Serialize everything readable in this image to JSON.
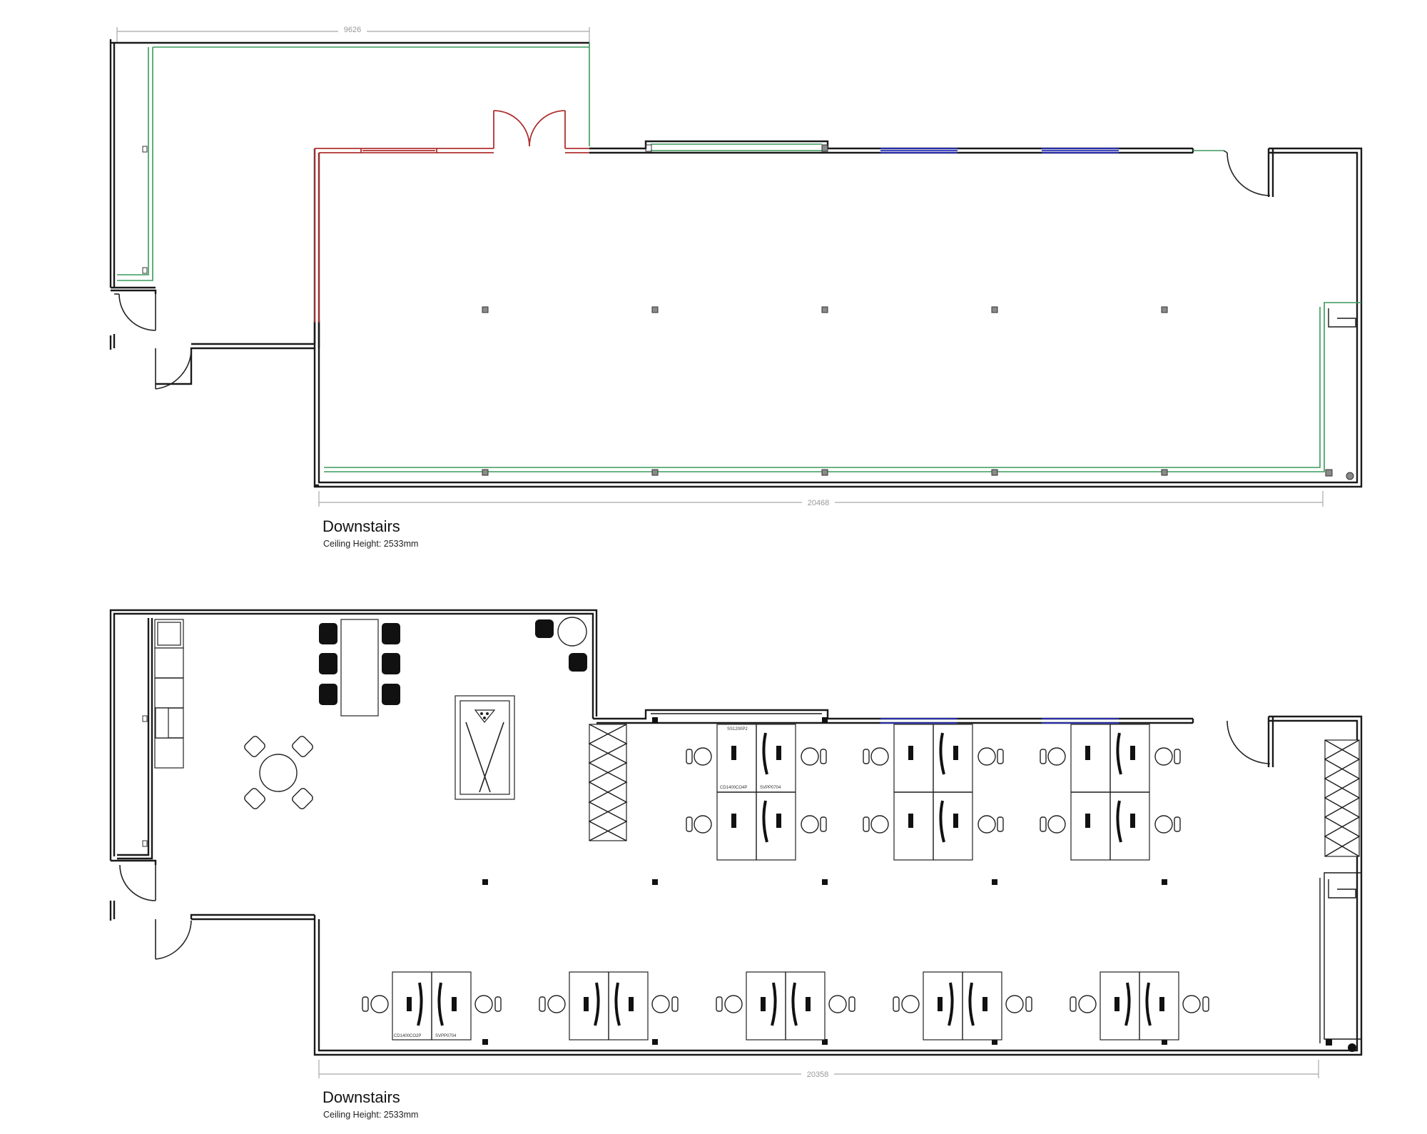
{
  "plan_top": {
    "dimension_top": "9626",
    "dimension_bottom": "20468",
    "title": "Downstairs",
    "ceiling": "Ceiling Height: 2533mm"
  },
  "plan_bottom": {
    "dimension_bottom": "20358",
    "title": "Downstairs",
    "ceiling": "Ceiling Height: 2533mm",
    "desk_codes": {
      "cluster_label_1": "CD1400CO4P",
      "cluster_label_2": "SVPP0704",
      "pair_label_1": "CD1400CO2P",
      "pair_label_2": "SVPP0704",
      "screen_label": "SS1200P2"
    }
  },
  "colors": {
    "wall": "#1a1a1a",
    "existing_partition": "#3a9a5a",
    "removed_wall": "#b03030",
    "window": "#2830c0",
    "dimension": "#a8a8a8"
  }
}
